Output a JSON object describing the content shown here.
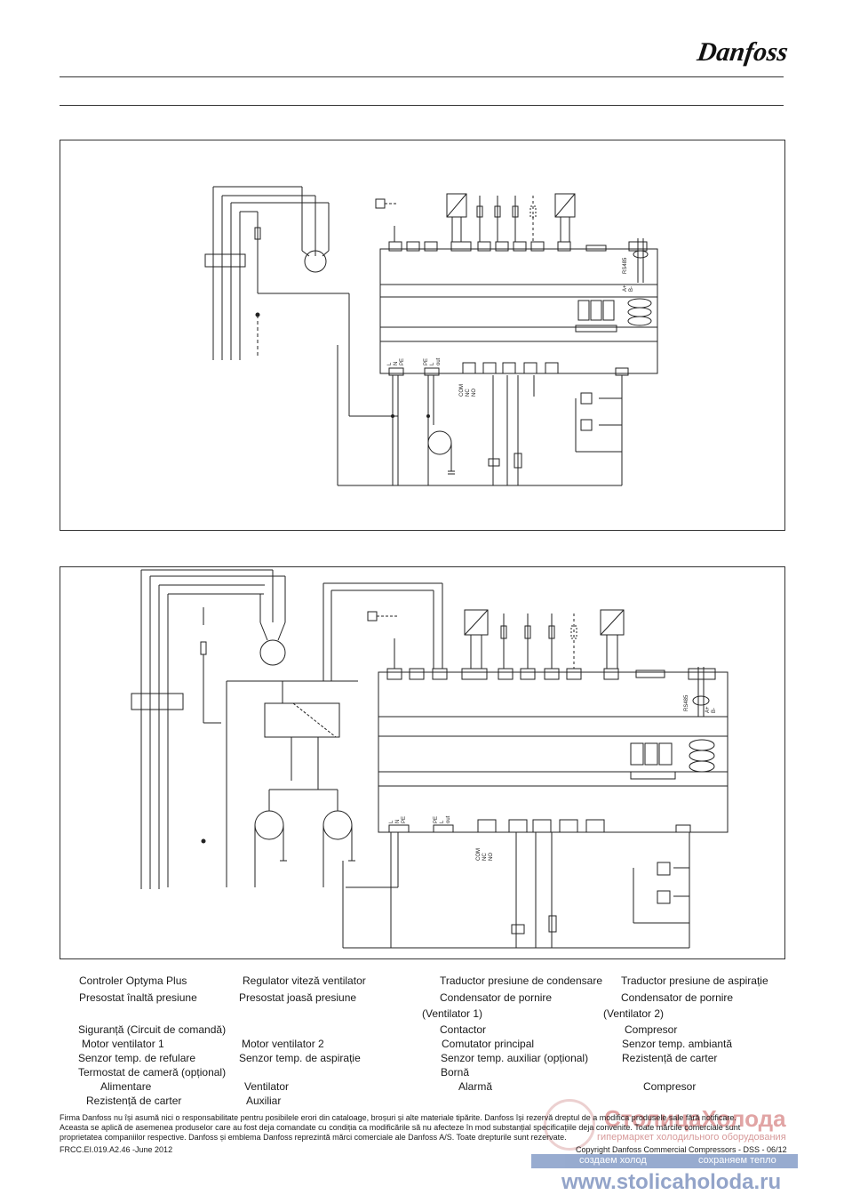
{
  "brand": {
    "logo_text": "Danfoss"
  },
  "diagram_top": {
    "terminal_labels": [
      "L",
      "N",
      "PE",
      "PE",
      "L",
      "out",
      "COM",
      "NC",
      "NO",
      "RS485",
      "A+",
      "B-"
    ]
  },
  "diagram_bottom": {
    "terminal_labels": [
      "L",
      "N",
      "PE",
      "PE",
      "L",
      "out",
      "COM",
      "NC",
      "NO",
      "RS485",
      "A+",
      "B-"
    ]
  },
  "legend": {
    "items": [
      "Controler Optyma Plus",
      "Regulator viteză ventilator",
      "Traductor presiune de condensare",
      "Traductor presiune de aspirație",
      "Presostat înaltă presiune",
      "Presostat joasă presiune",
      "Condensator de pornire",
      "Condensator de pornire",
      "(Ventilator 1)",
      "(Ventilator 2)",
      "Siguranță (Circuit de comandă)",
      "Contactor",
      "Compresor",
      "Motor ventilator 1",
      "Motor ventilator 2",
      "Comutator principal",
      "Senzor temp. ambiantă",
      "Senzor temp. de refulare",
      "Senzor temp. de aspirație",
      "Senzor temp. auxiliar (opțional)",
      "Rezistență de carter",
      "Termostat de cameră (opțional)",
      "Bornă",
      "Alimentare",
      "Ventilator",
      "Alarmă",
      "Compresor",
      "Rezistență de carter",
      "Auxiliar"
    ]
  },
  "footer": {
    "disclaimer_1": "Firma Danfoss nu își asumă nici o responsabilitate pentru posibilele erori din cataloage, broșuri și alte materiale tipărite. Danfoss își rezervă dreptul de a modifica produsele sale fără notificare.",
    "disclaimer_2": "Aceasta se aplică de asemenea produselor care au fost deja comandate cu condiția ca modificările să nu afecteze în mod substanțial specificațiile deja convenite. Toate mărcile comerciale sunt",
    "disclaimer_3": "proprietatea companiilor respective. Danfoss și emblema Danfoss reprezintă mărci comerciale ale Danfoss A/S. Toate drepturile sunt rezervate.",
    "doc_code": "FRCC.EI.019.A2.46 -June 2012",
    "copyright": "Copyright Danfoss Commercial Compressors  - DSS - 06/12"
  },
  "watermark": {
    "title": "СтолицаХолода",
    "subtitle": "гипермаркет холодильного оборудования",
    "slogan_left": "создаем холод",
    "slogan_right": "сохраняем тепло",
    "url": "www.stolicaholoda.ru"
  }
}
